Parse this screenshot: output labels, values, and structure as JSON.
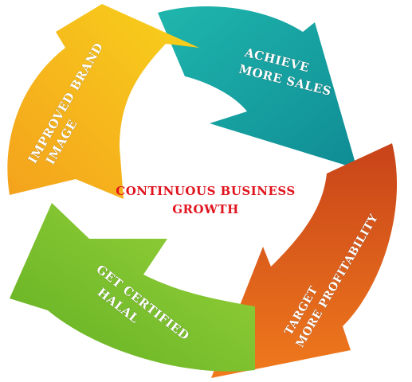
{
  "center": {
    "line1": "CONTINUOUS BUSINESS",
    "line2": "GROWTH"
  },
  "segments": {
    "sales": {
      "line1": "ACHIEVE",
      "line2": "MORE SALES",
      "color": "#14a0a0"
    },
    "profit": {
      "line1": "TARGET",
      "line2": "MORE PROFITABILITY",
      "color": "#e0541a"
    },
    "halal": {
      "line1": "GET CERTIFIED",
      "line2": "HALAL",
      "color": "#7cc22c"
    },
    "brand": {
      "line1": "IMPROVED BRAND",
      "line2": "IMAGE",
      "color": "#f3a61a"
    }
  },
  "colors": {
    "center_text": "#e0141e",
    "arrow_text": "#ffffff"
  }
}
